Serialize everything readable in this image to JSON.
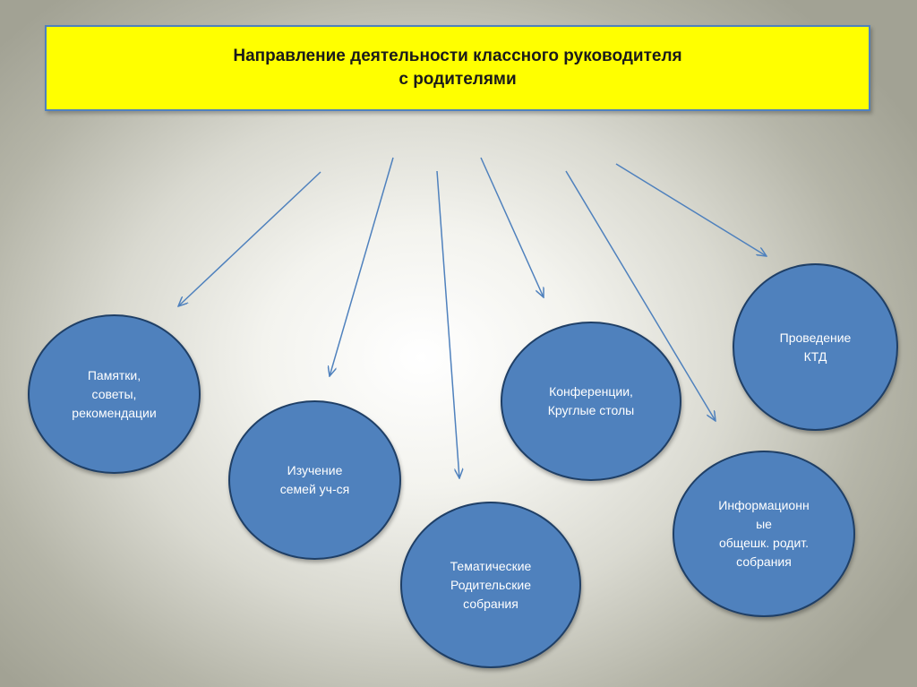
{
  "title": {
    "line1": "Направление деятельности классного руководителя",
    "line2": "с родителями"
  },
  "colors": {
    "title_background": "#ffff00",
    "node_fill": "#4f81bd",
    "node_border": "#1f3f66",
    "arrow": "#4f81bd"
  },
  "nodes": [
    {
      "id": "pamyatki",
      "lines": [
        "Памятки,",
        "советы,",
        "рекомендации"
      ]
    },
    {
      "id": "izuchenie",
      "lines": [
        "Изучение",
        "семей уч-ся"
      ]
    },
    {
      "id": "tematicheskie",
      "lines": [
        "Тематические",
        "Родительские",
        "собрания"
      ]
    },
    {
      "id": "konferencii",
      "lines": [
        "Конференции,",
        "Круглые столы"
      ]
    },
    {
      "id": "informacionnye",
      "lines": [
        "Информационн",
        "ые",
        "общешк. родит.",
        "собрания"
      ]
    },
    {
      "id": "ktd",
      "lines": [
        "Проведение",
        "КТД"
      ]
    }
  ]
}
